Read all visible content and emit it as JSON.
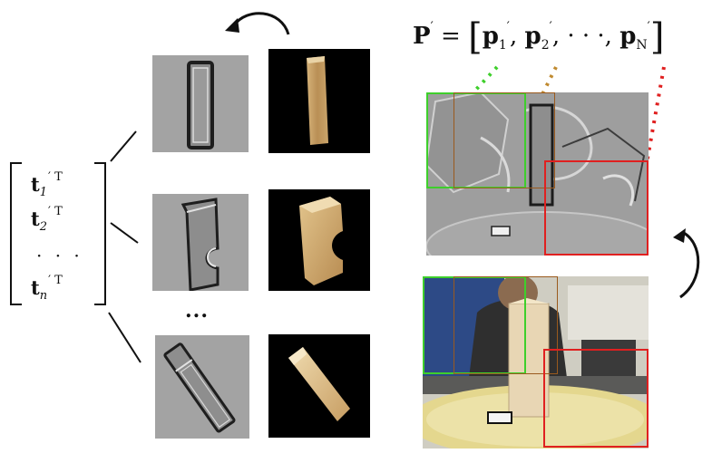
{
  "vector": {
    "rows": [
      {
        "symbol": "t",
        "sub": "1",
        "sup": "′ T"
      },
      {
        "symbol": "t",
        "sub": "2",
        "sup": "′ T"
      },
      {
        "symbol": "t",
        "sub": "n",
        "sup": "′ T"
      }
    ],
    "dots": "· · ·"
  },
  "templates": {
    "ellipsis": "..."
  },
  "formula": {
    "lhs": "P",
    "lhs_sup": "′",
    "equals": "=",
    "items": [
      {
        "symbol": "p",
        "sub": "1",
        "sup": "′"
      },
      {
        "symbol": "p",
        "sub": "2",
        "sup": "′"
      },
      {
        "symbol": "p",
        "sub": "N",
        "sup": "′"
      }
    ],
    "dots": "· · ·"
  },
  "colors": {
    "green": "#3ecf2b",
    "brown": "#9a5a1e",
    "red": "#e02020",
    "gray_bg": "#9c9c9c",
    "wood": "#c9a56b"
  },
  "icons": [
    "curved-arrow-icon-top",
    "curved-arrow-icon-right"
  ]
}
